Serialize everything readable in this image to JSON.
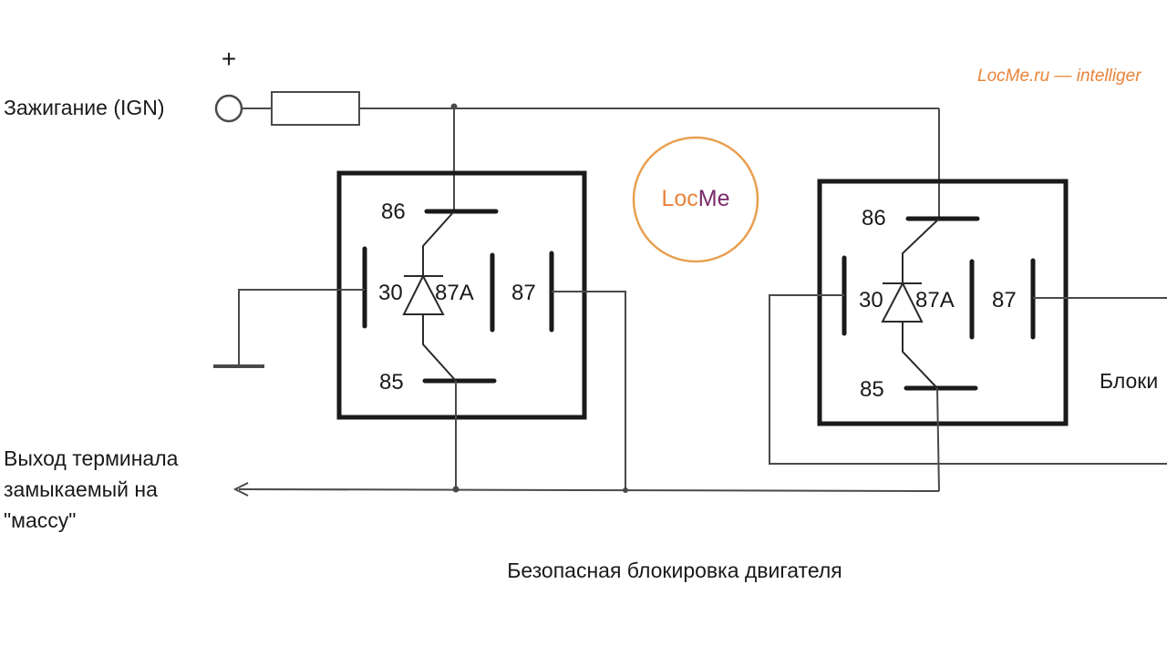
{
  "watermark": "LocMe.ru — intelliger",
  "logo": {
    "part1": "Loc",
    "part2": "Me",
    "color1": "#e8843a",
    "color2": "#7a2a6a"
  },
  "ign": {
    "plus": "+",
    "label": "Зажигание (IGN)"
  },
  "output_label": {
    "line1": "Выход терминала",
    "line2": "замыкаемый на",
    "line3": "\"массу\""
  },
  "caption": "Безопасная блокировка двигателя",
  "right_partial_label": "Блоки",
  "relay_left": {
    "pin86": "86",
    "pin30": "30",
    "pin87a": "87A",
    "pin87": "87",
    "pin85": "85"
  },
  "relay_right": {
    "pin86": "86",
    "pin30": "30",
    "pin87a": "87A",
    "pin87": "87",
    "pin85": "85"
  }
}
